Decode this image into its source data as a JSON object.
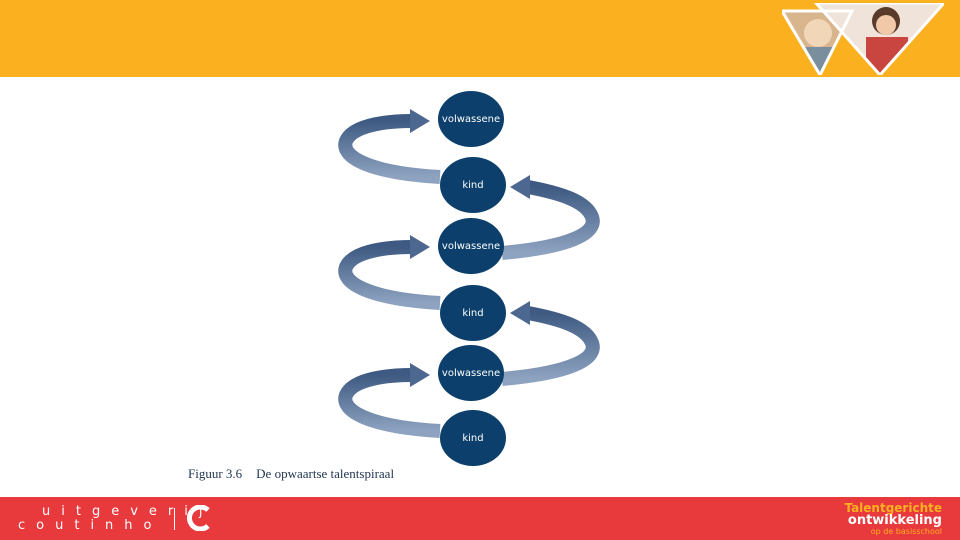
{
  "header": {
    "band_color": "#fbb020",
    "photo_icon": "classroom-photo-icon"
  },
  "diagram": {
    "nodes": [
      {
        "label": "volwassene"
      },
      {
        "label": "kind"
      },
      {
        "label": "volwassene"
      },
      {
        "label": "kind"
      },
      {
        "label": "volwassene"
      },
      {
        "label": "kind"
      }
    ],
    "node_color": "#0c3f6b",
    "arrow_color": "#5a7296",
    "arrow_icon": "spiral-arrow-icon"
  },
  "caption": {
    "number": "Figuur 3.6",
    "title": "De opwaartse talentspiraal"
  },
  "footer": {
    "band_color": "#e8393d",
    "publisher_line1": "uitgeverij",
    "publisher_line2": "coutinho",
    "logo_icon": "coutinho-c-logo-icon",
    "series_line1": "Talentgerichte",
    "series_line2": "ontwikkeling",
    "series_line3": "op de basisschool"
  }
}
